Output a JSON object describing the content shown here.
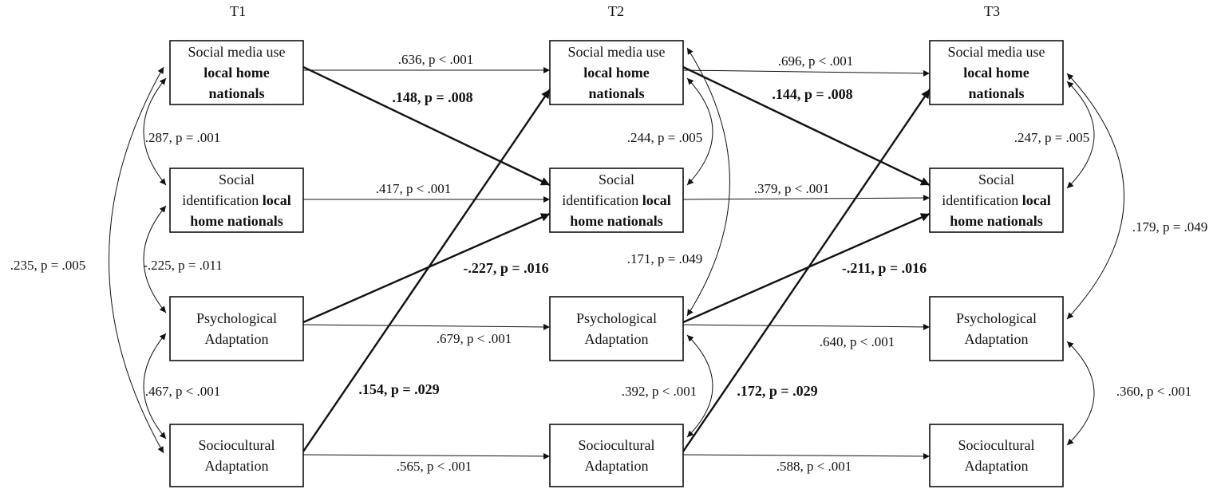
{
  "time_points": [
    "T1",
    "T2",
    "T3"
  ],
  "construct_lines": {
    "smu": [
      [
        "Social media use",
        false
      ],
      [
        "local home",
        true
      ],
      [
        "nationals",
        true
      ]
    ],
    "sid": [
      [
        "Social",
        false
      ],
      [
        "identification ",
        false,
        "local",
        true
      ],
      [
        "home nationals",
        true
      ]
    ],
    "psy": [
      [
        "Psychological",
        false
      ],
      [
        "Adaptation",
        false
      ]
    ],
    "soc": [
      [
        "Sociocultural",
        false
      ],
      [
        "Adaptation",
        false
      ]
    ]
  },
  "paths": {
    "smu_t1_t2": ".636, p < .001",
    "smu_t2_t3": ".696, p < .001",
    "sid_t1_t2": ".417, p < .001",
    "sid_t2_t3": ".379, p < .001",
    "psy_t1_t2": ".679, p < .001",
    "psy_t2_t3": ".640, p < .001",
    "soc_t1_t2": ".565, p < .001",
    "soc_t2_t3": ".588, p < .001",
    "smu_sid_t1_t2": ".148, p = .008",
    "smu_sid_t2_t3": ".144, p = .008",
    "psy_sid_t1_t2": "-.227, p = .016",
    "psy_sid_t2_t3": "-.211, p = .016",
    "soc_smu_t1_t2": ".154, p = .029",
    "soc_smu_t2_t3": ".172, p = .029"
  },
  "covariances": {
    "t1_smu_sid": ".287, p = .001",
    "t1_sid_psy": "-.225, p = .011",
    "t1_psy_soc": ".467, p < .001",
    "t1_smu_soc": ".235, p = .005",
    "t2_smu_sid": ".244, p = .005",
    "t2_smu_psy": ".171, p = .049",
    "t2_psy_soc": ".392, p < .001",
    "t3_smu_sid": ".247, p = .005",
    "t3_smu_psy": ".179, p = .049",
    "t3_psy_soc": ".360, p < .001"
  }
}
